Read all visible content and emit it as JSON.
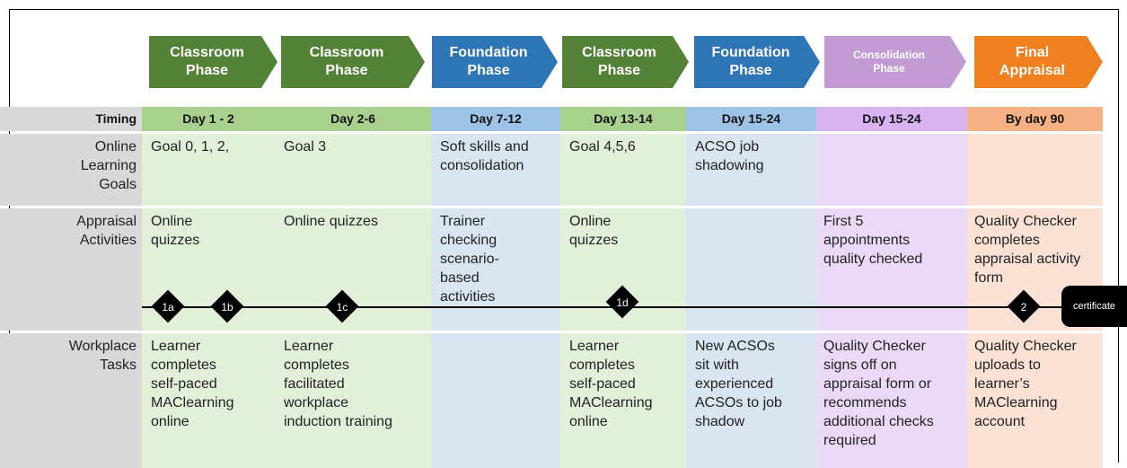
{
  "colors": {
    "classroom": "#538135",
    "foundation": "#2e75b6",
    "consolidation": "#c39bd3",
    "final": "#f07f1f"
  },
  "phases": [
    {
      "label": "Classroom\nPhase"
    },
    {
      "label": "Classroom\nPhase"
    },
    {
      "label": "Foundation\nPhase"
    },
    {
      "label": "Classroom\nPhase"
    },
    {
      "label": "Foundation\nPhase"
    },
    {
      "label": "Consolidation\nPhase"
    },
    {
      "label": "Final\nAppraisal"
    }
  ],
  "timing": {
    "label": "Timing",
    "values": [
      "Day 1 - 2",
      "Day 2-6",
      "Day 7-12",
      "Day 13-14",
      "Day 15-24",
      "Day 15-24",
      "By day 90"
    ]
  },
  "rows": [
    {
      "label": "Online\nLearning\nGoals",
      "cells": [
        "Goal 0, 1, 2,",
        "Goal 3",
        "Soft skills and\nconsolidation",
        "Goal 4,5,6",
        "ACSO job\nshadowing",
        "",
        ""
      ]
    },
    {
      "label": "Appraisal\nActivities",
      "cells": [
        "Online\nquizzes",
        "Online quizzes",
        "Trainer\nchecking\nscenario-\nbased\nactivities",
        "Online\nquizzes",
        "",
        "First 5\nappointments\nquality checked",
        "Quality Checker\ncompletes\nappraisal activity\nform"
      ]
    },
    {
      "label": "Workplace\nTasks",
      "cells": [
        "Learner\ncompletes\nself-paced\nMAClearning\nonline",
        "Learner\ncompletes\nfacilitated\nworkplace\ninduction training",
        "",
        "Learner\ncompletes\nself-paced\nMAClearning\nonline",
        "New ACSOs\nsit with\nexperienced\nACSOs to job\nshadow",
        "Quality Checker\nsigns off on\nappraisal form or\nrecommends\nadditional checks\nrequired",
        "Quality Checker\nuploads to\nlearner’s\nMAClearning\naccount"
      ]
    }
  ],
  "milestones": [
    "1a",
    "1b",
    "1c",
    "1d",
    "2"
  ],
  "certificate": "certificate"
}
